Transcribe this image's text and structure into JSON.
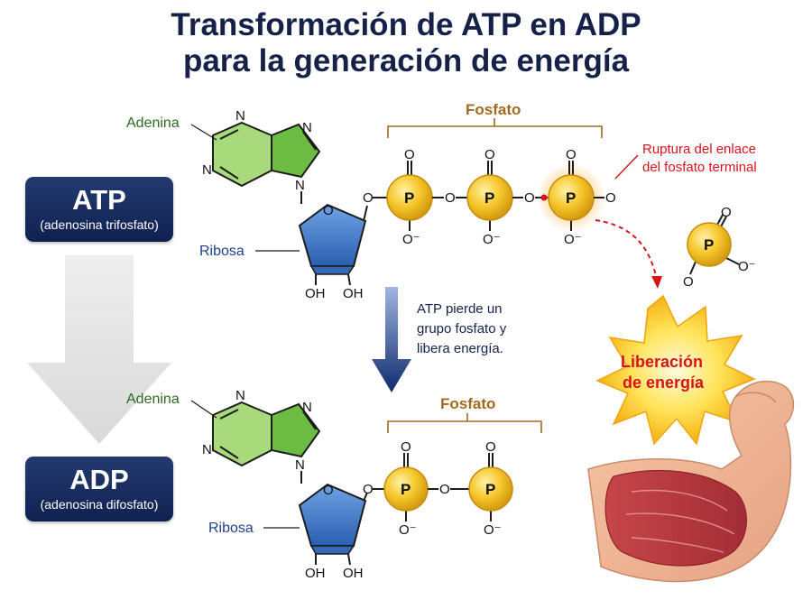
{
  "title": {
    "line1": "Transformación de ATP en ADP",
    "line2": "para la generación de energía"
  },
  "atp": {
    "badge_title": "ATP",
    "badge_subtitle": "(adenosina trifosfato)",
    "adenine_label": "Adenina",
    "ribose_label": "Ribosa",
    "phosphate_label": "Fosfato",
    "phosphate_count": 3
  },
  "adp": {
    "badge_title": "ADP",
    "badge_subtitle": "(adenosina difosfato)",
    "adenine_label": "Adenina",
    "ribose_label": "Ribosa",
    "phosphate_label": "Fosfato",
    "phosphate_count": 2
  },
  "atoms": {
    "n": "N",
    "o": "O",
    "o_minus": "O⁻",
    "p": "P",
    "oh": "OH"
  },
  "bond_break": {
    "line1": "Ruptura del enlace",
    "line2": "del fosfato terminal"
  },
  "process_note": {
    "line1": "ATP pierde un",
    "line2": "grupo fosfato y",
    "line3": "libera energía."
  },
  "energy": {
    "line1": "Liberación",
    "line2": "de energía"
  },
  "colors": {
    "title": "#16214a",
    "badge": "#1a2f63",
    "adenine": "#8fcb5a",
    "ribose": "#3d79c9",
    "phosphate": "#f2bf28",
    "bracket": "#a3691e",
    "red_text": "#d8141b",
    "burst": "#f8c51c"
  },
  "icons": {
    "energy_burst": "starburst-icon",
    "muscle": "flexed-arm-icon"
  }
}
